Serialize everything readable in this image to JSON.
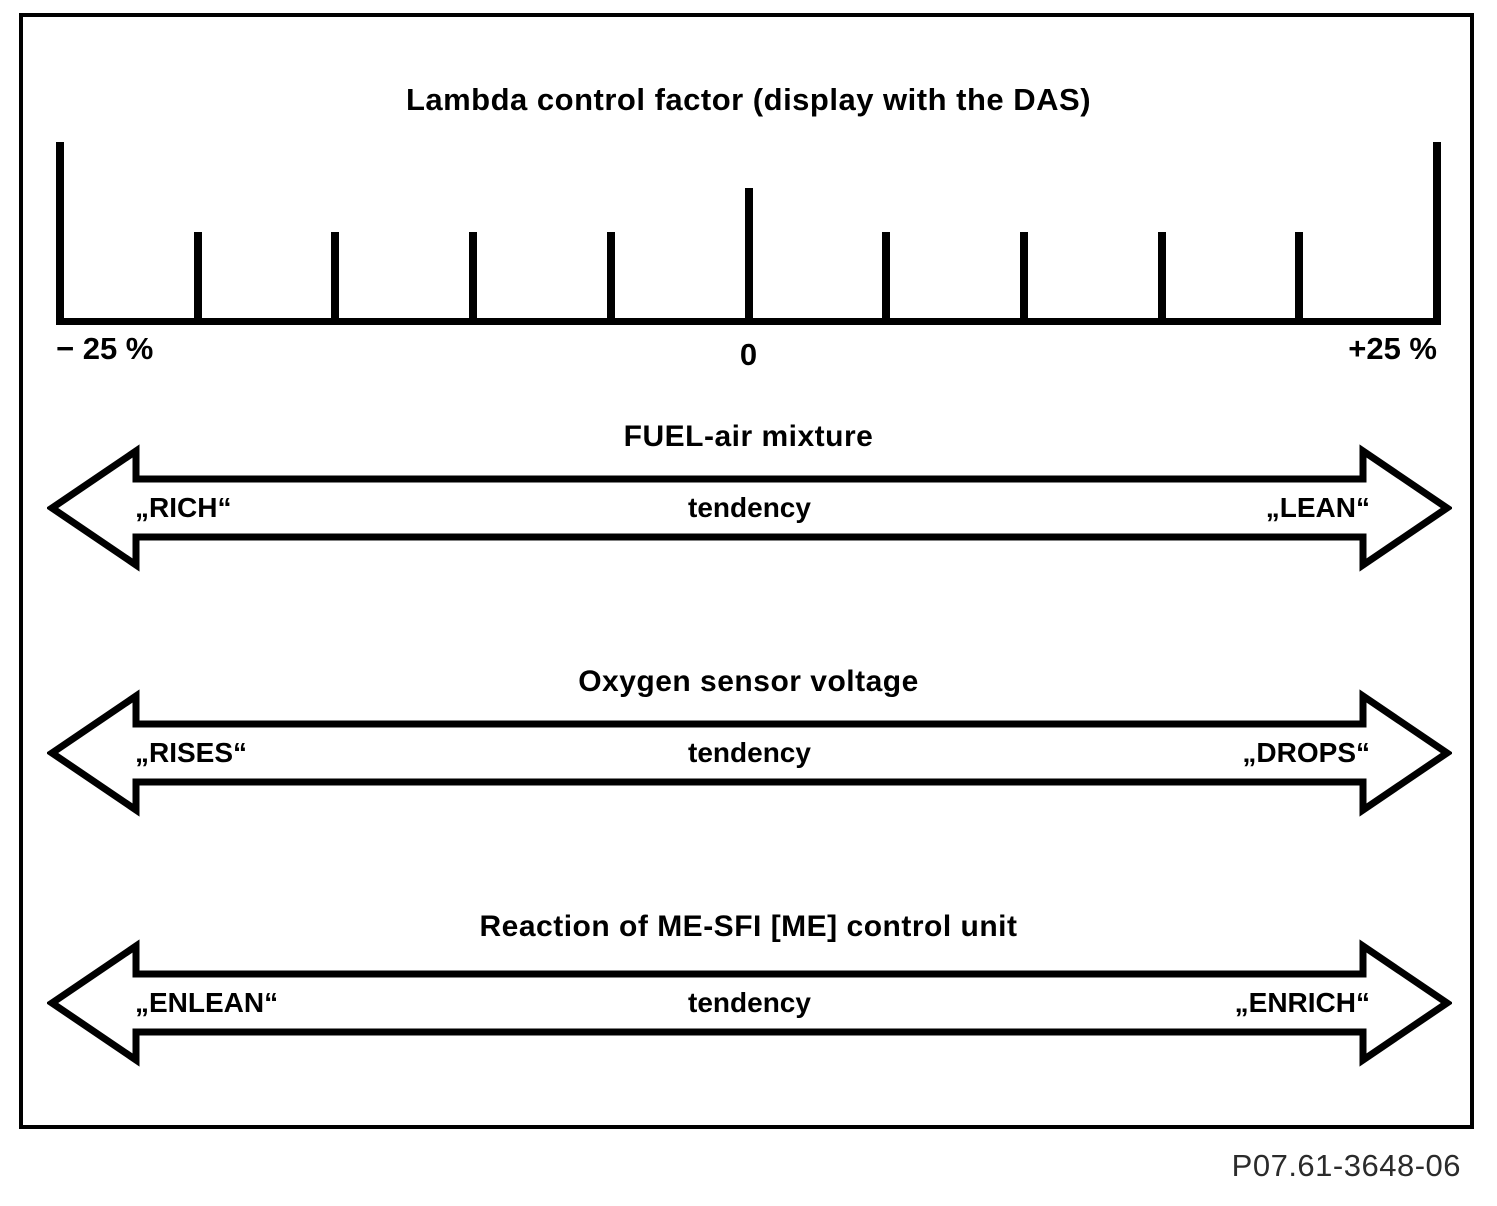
{
  "diagram": {
    "title": "Lambda control factor (display with the DAS)",
    "scale": {
      "left_label": "− 25 %",
      "center_label": "0",
      "right_label": "+25 %",
      "tick_count": 11,
      "tall_ticks": [
        0,
        10
      ],
      "mid_ticks": [
        5
      ]
    },
    "arrows": [
      {
        "title": "FUEL-air mixture",
        "left_label": "„RICH“",
        "center_label": "tendency",
        "right_label": "„LEAN“"
      },
      {
        "title": "Oxygen sensor voltage",
        "left_label": "„RISES“",
        "center_label": "tendency",
        "right_label": "„DROPS“"
      },
      {
        "title": "Reaction of ME-SFI [ME] control unit",
        "left_label": "„ENLEAN“",
        "center_label": "tendency",
        "right_label": "„ENRICH“"
      }
    ],
    "figure_code": "P07.61-3648-06"
  }
}
